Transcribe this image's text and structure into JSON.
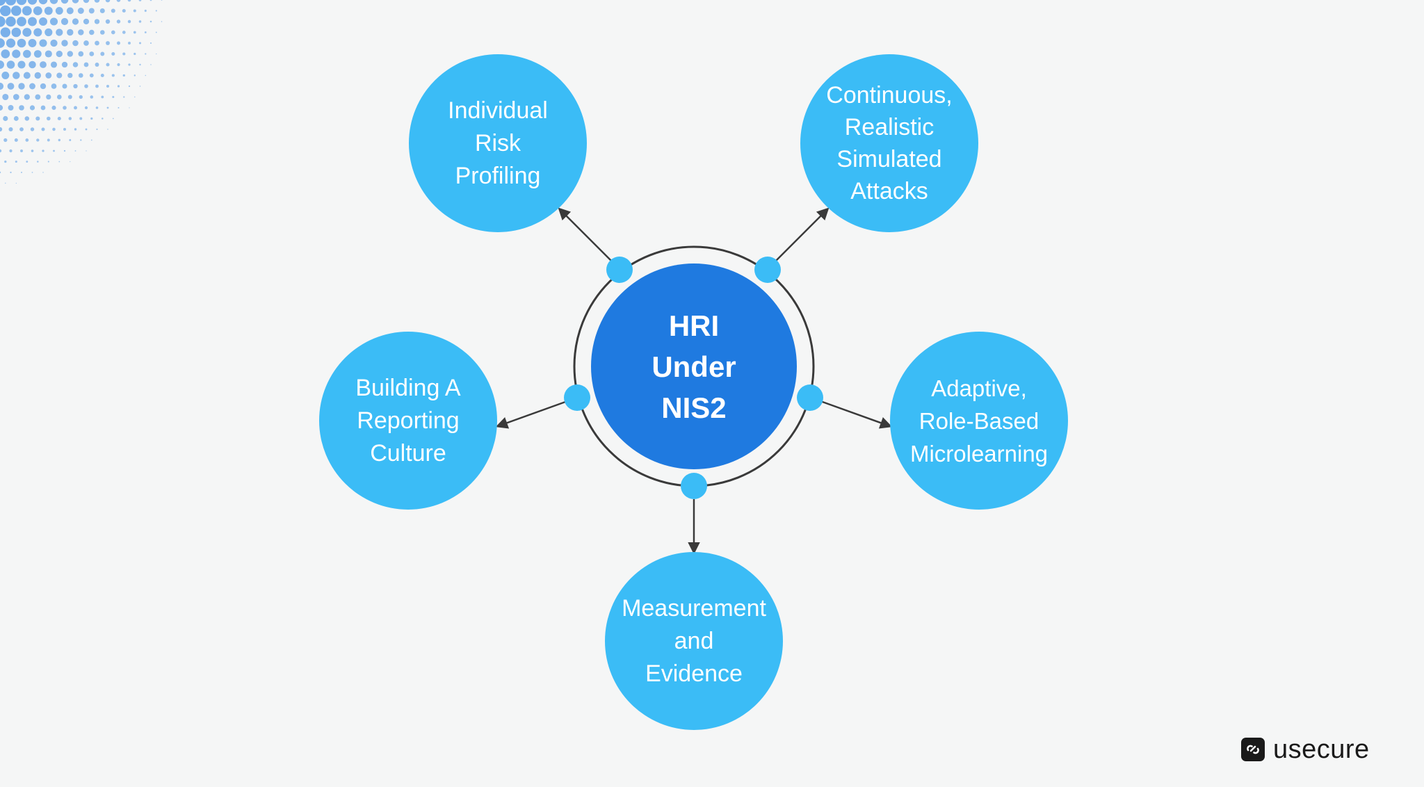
{
  "diagram": {
    "center": {
      "label": "HRI\nUnder\nNIS2"
    },
    "nodes": [
      {
        "id": "individual-risk-profiling",
        "label": "Individual\nRisk\nProfiling"
      },
      {
        "id": "continuous-simulated-attacks",
        "label": "Continuous,\nRealistic\nSimulated\nAttacks"
      },
      {
        "id": "building-reporting-culture",
        "label": "Building A\nReporting\nCulture"
      },
      {
        "id": "adaptive-microlearning",
        "label": "Adaptive,\nRole-Based\nMicrolearning"
      },
      {
        "id": "measurement-evidence",
        "label": "Measurement\nand\nEvidence"
      }
    ]
  },
  "brand": {
    "name": "usecure",
    "icon": "usecure-logo-icon"
  },
  "colors": {
    "background": "#f5f6f6",
    "node": "#3bbcf6",
    "center": "#1f7ae0",
    "connector": "#3a3a3a",
    "pattern": "#6aa7e8"
  }
}
